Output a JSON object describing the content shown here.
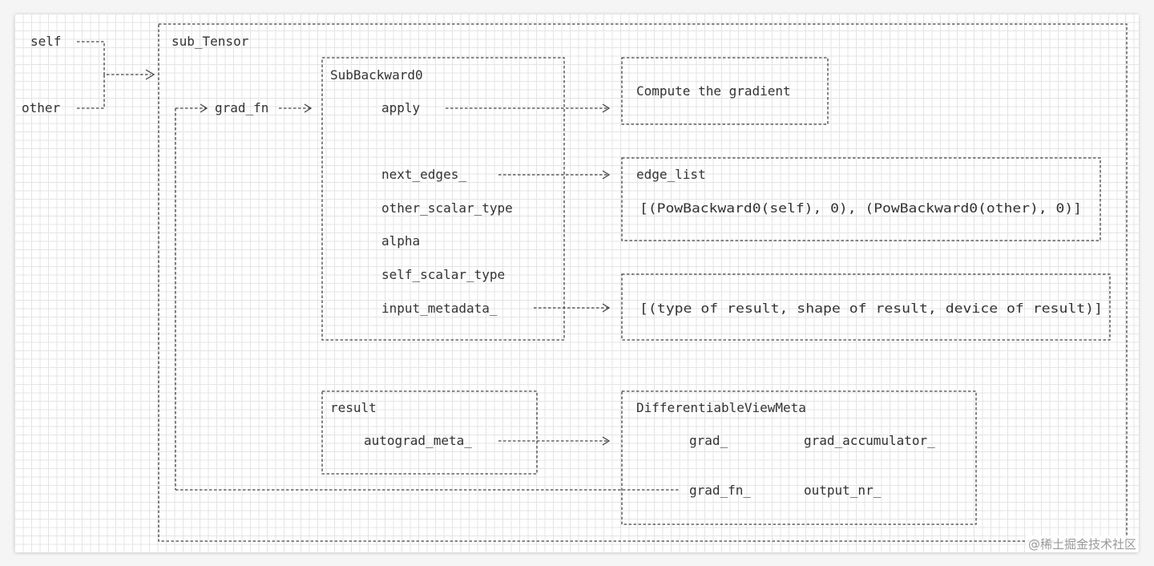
{
  "diagram": {
    "inputs": {
      "self": "self",
      "other": "other"
    },
    "sub_tensor": {
      "title": "sub_Tensor",
      "grad_fn_label": "grad_fn"
    },
    "sub_backward": {
      "title": "SubBackward0",
      "fields": {
        "apply": "apply",
        "next_edges": "next_edges_",
        "other_scalar_type": "other_scalar_type",
        "alpha": "alpha",
        "self_scalar_type": "self_scalar_type",
        "input_metadata": "input_metadata_"
      }
    },
    "compute_box": {
      "text": "Compute the gradient"
    },
    "edge_list_box": {
      "title": "edge_list",
      "content": "[(PowBackward0(self), 0), (PowBackward0(other), 0)]"
    },
    "metadata_box": {
      "content": "[(type of result, shape of result, device of result)]"
    },
    "result_box": {
      "title": "result",
      "field": "autograd_meta_"
    },
    "view_meta_box": {
      "title": "DifferentiableViewMeta",
      "grad": "grad_",
      "grad_accumulator": "grad_accumulator_",
      "grad_fn": "grad_fn_",
      "output_nr": "output_nr_"
    }
  },
  "watermark": "@稀土掘金技术社区",
  "colors": {
    "ink": "#333333",
    "line": "#444444",
    "grid": "#e4e4e4",
    "paper": "#ffffff"
  }
}
